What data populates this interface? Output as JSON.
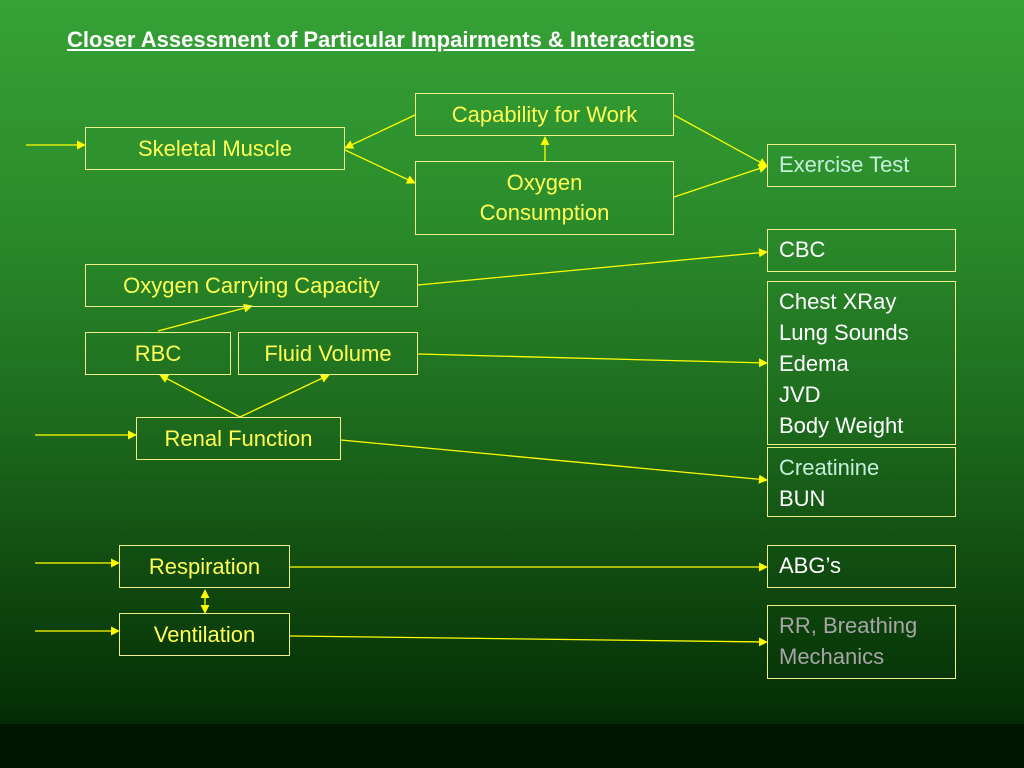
{
  "title": "Closer Assessment of Particular Impairments & Interactions",
  "nodes": {
    "capability": "Capability for Work",
    "skeletal": "Skeletal Muscle",
    "oxygen_consumption": [
      "Oxygen",
      "Consumption"
    ],
    "oxygen_carrying": "Oxygen Carrying Capacity",
    "rbc": "RBC",
    "fluid": "Fluid Volume",
    "renal": "Renal Function",
    "respiration": "Respiration",
    "ventilation": "Ventilation"
  },
  "tests": {
    "exercise": [
      "Exercise Test"
    ],
    "cbc": [
      "CBC"
    ],
    "chest": [
      "Chest XRay",
      "Lung Sounds",
      "Edema",
      "JVD",
      "Body Weight"
    ],
    "creatinine": [
      "Creatinine",
      "BUN"
    ],
    "abg": [
      "ABG’s"
    ],
    "rr": [
      "RR, Breathing",
      "Mechanics"
    ]
  },
  "colors": {
    "box_border": "#f0f08a",
    "node_text": "#ffff55",
    "arrow": "#ffff00",
    "test_text_white": "#ffffff",
    "test_text_teal": "#c4f0dc",
    "test_text_gray": "#a6a6a6"
  }
}
